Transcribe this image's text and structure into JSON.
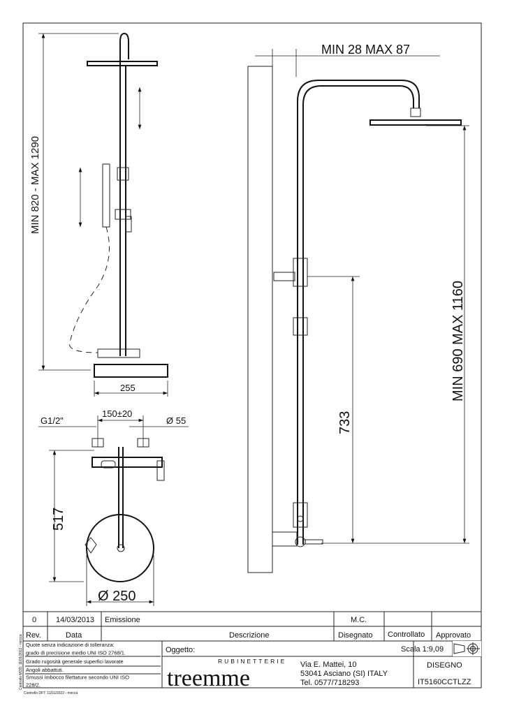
{
  "dimensions": {
    "height_range_left": "MIN 820 - MAX 1290",
    "width_mixer": "255",
    "center_distance": "150±20",
    "connection": "G1/2\"",
    "flange_diameter": "Ø 55",
    "height_outlet": "517",
    "plate_diameter": "Ø 250",
    "wall_offset": "MIN 28 MAX 87",
    "height_range_right": "MIN 690 MAX 1160",
    "height_support": "733"
  },
  "revision_table": {
    "row": {
      "rev": "0",
      "date": "14/03/2013",
      "description": "Emissione",
      "drawn": "M.C.",
      "checked": "",
      "approved": ""
    },
    "headers": {
      "rev": "Rev.",
      "date": "Data",
      "description": "Descrizione",
      "drawn": "Disegnato",
      "checked": "Controllato",
      "approved": "Approvato"
    }
  },
  "notes": {
    "n1a": "Quote senza indicazione di tolleranza:",
    "n1b": "grado di precisione medio UNI ISO 2768/1.",
    "n2": "Grado rugosità generale superfici lavorate",
    "n3": "Angoli abbattuti.",
    "n4a": "Smussi imbocco filettature secondo UNI ISO",
    "n4b": "228/2."
  },
  "title_block": {
    "subject_label": "Oggetto:",
    "scale": "Scala 1:9,09",
    "brand_top": "RUBINETTERIE",
    "brand": "treemme",
    "address1": "Via E. Mattei, 10",
    "address2": "53041 Asciano (SI) ITALY",
    "phone": "Tel. 0577/718293",
    "drawing_label": "DISEGNO",
    "drawing_code": "IT5160CCTLZZ"
  },
  "margin_notes": {
    "vertical": "Controllo MOD: 11/01/2022 - mircca",
    "bottom": "Controllo DFT: 11/01/2022 - mircca"
  }
}
